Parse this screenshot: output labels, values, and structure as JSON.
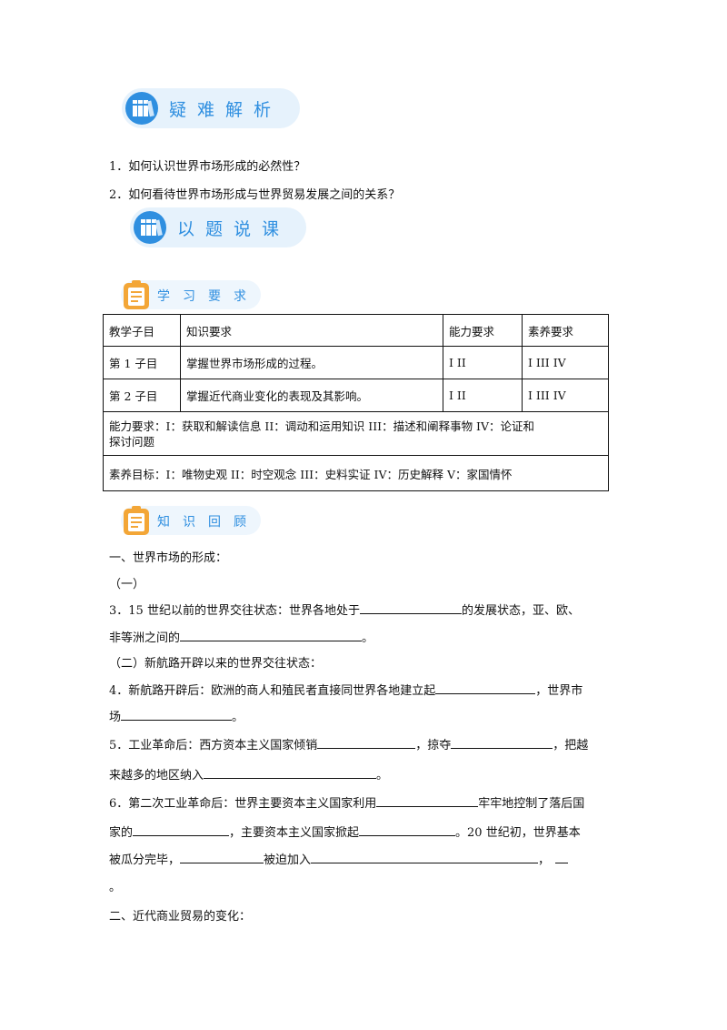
{
  "banner1": {
    "title": "疑难解析"
  },
  "questions": [
    "1．如何认识世界市场形成的必然性？",
    "2．如何看待世界市场形成与世界贸易发展之间的关系？"
  ],
  "banner2": {
    "title": "以题说课"
  },
  "section_study": {
    "title": "学习要求"
  },
  "table": {
    "headers": [
      "教学子目",
      "知识要求",
      "能力要求",
      "素养要求"
    ],
    "rows": [
      [
        "第 1 子目",
        "掌握世界市场形成的过程。",
        "I II",
        "I III IV"
      ],
      [
        "第 2 子目",
        "掌握近代商业变化的表现及其影响。",
        "I II",
        "I III IV"
      ]
    ],
    "ability_note_1": "能力要求：I：获取和解读信息  II：调动和运用知识  III：描述和阐释事物  IV：论证和",
    "ability_note_2": "探讨问题",
    "literacy_note": "素养目标：I：唯物史观  II：时空观念  III：史料实证   IV：历史解释  V：家国情怀"
  },
  "section_review": {
    "title": "知识回顾"
  },
  "content": {
    "h1": "一、世界市场的形成：",
    "sub1": "（一）",
    "q3a_1": "3．15 世纪以前的世界交往状态：世界各地处于",
    "q3a_2": "的发展状态，亚、欧、",
    "q3b_1": "非等洲之间的",
    "q3b_2": "。",
    "sub2": "（二）新航路开辟以来的世界交往状态：",
    "q4a_1": "4．新航路开辟后：欧洲的商人和殖民者直接同世界各地建立起",
    "q4a_2": "，世界市",
    "q4b_1": "场",
    "q4b_2": "。",
    "q5a_1": "5．工业革命后：西方资本主义国家倾销",
    "q5a_2": "，掠夺",
    "q5a_3": "，把越",
    "q5b_1": "来越多的地区纳入",
    "q5b_2": "。",
    "q6a_1": "6．第二次工业革命后：世界主要资本主义国家利用",
    "q6a_2": "牢牢地控制了落后国",
    "q6b_1": "家的",
    "q6b_2": "，主要资本主义国家掀起",
    "q6b_3": "。20 世纪初，世界基本",
    "q6c_1": "被瓜分完毕，",
    "q6c_2": "被迫加入",
    "q6c_3": "，",
    "q6d": "。",
    "h2": "二、近代商业贸易的变化："
  },
  "colors": {
    "accent": "#2f8fe0",
    "banner_bg": "#e6f2fc",
    "clip_orange": "#f3a637"
  }
}
